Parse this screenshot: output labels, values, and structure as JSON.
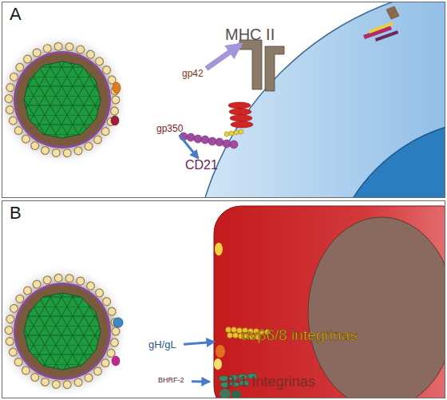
{
  "diagram": {
    "nodes": [
      {
        "text": [
          "A"
        ]
      },
      {
        "text": [
          "gp42"
        ],
        "in": 0
      },
      {
        "text": [
          "MHC II"
        ],
        "in": 0
      },
      {
        "text": [
          "gp350"
        ],
        "in": 0
      },
      {
        "text": [
          "CD21"
        ],
        "in": 0
      },
      {
        "text": [
          "B"
        ]
      },
      {
        "text": [
          "gH/gL"
        ],
        "in": 5
      },
      {
        "text": [
          "αvβ6/8 integrinas"
        ],
        "in": 5
      },
      {
        "text": [
          "BHRF-2"
        ],
        "in": 5
      },
      {
        "text": [
          "β-1 Integrinas"
        ],
        "in": 5
      }
    ],
    "edges": [
      {
        "from": 1,
        "to": 2,
        "arrow": "to"
      },
      {
        "from": 3,
        "to": 4,
        "arrow": "to"
      },
      {
        "from": 6,
        "to": 7,
        "arrow": "to"
      },
      {
        "from": 8,
        "to": 9,
        "arrow": "to"
      }
    ]
  }
}
